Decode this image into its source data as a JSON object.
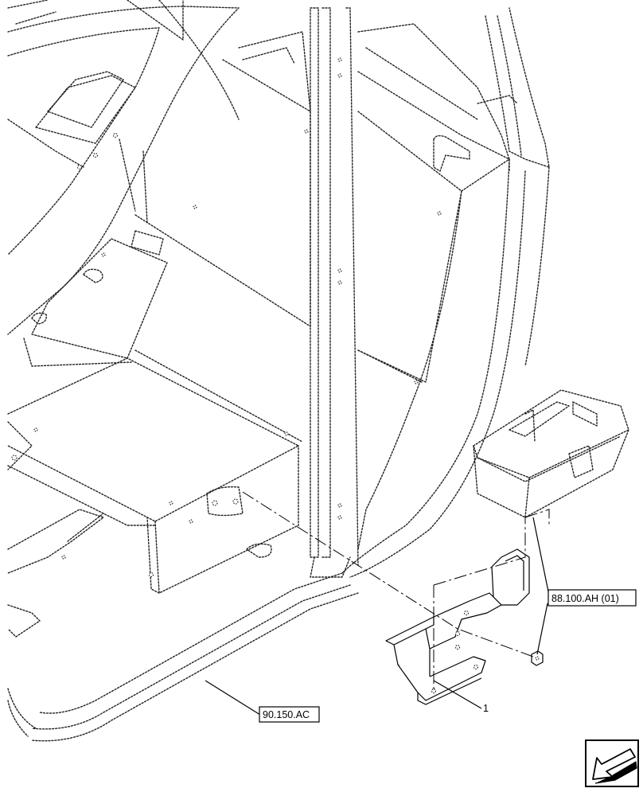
{
  "callouts": {
    "item_number": "1",
    "ref_90_150_ac": "90.150.AC",
    "ref_88_100_ah": "88.100.AH (01)"
  },
  "icons": {
    "nav": "arrow-down-left-icon"
  }
}
